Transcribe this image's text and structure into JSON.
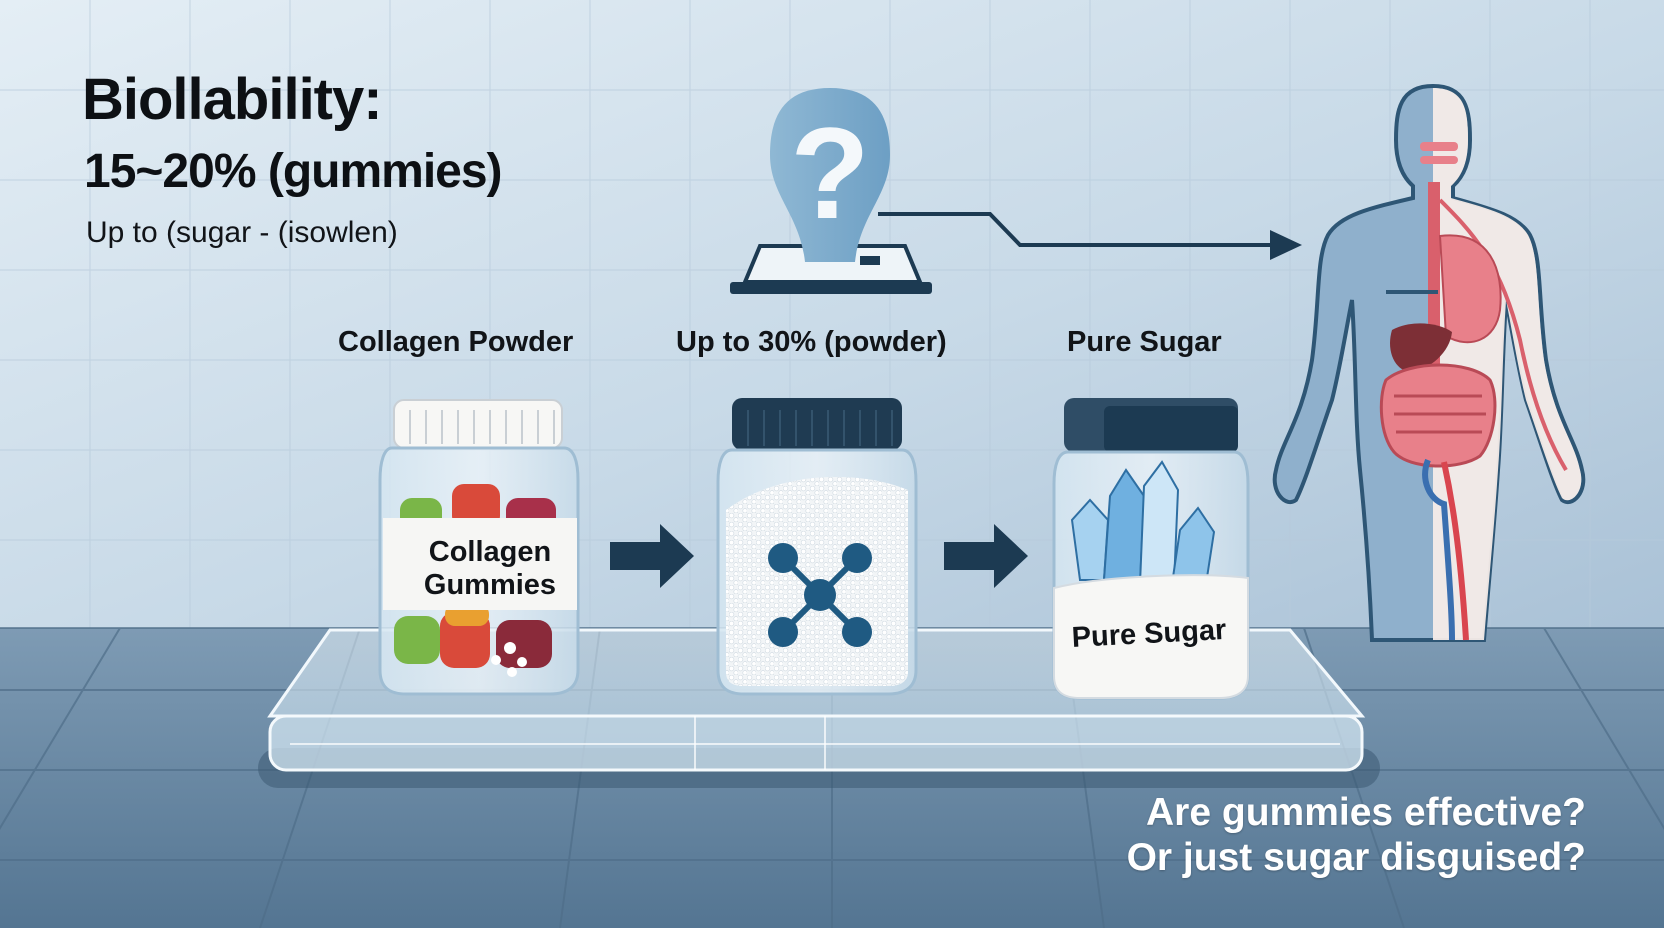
{
  "heading": {
    "title": "Biollability:",
    "line1": "15~20% (gummies)",
    "line2": "Up to (sugar - (isowlen)"
  },
  "products": [
    {
      "top_label": "Collagen Powder",
      "jar_label_line1": "Collagen",
      "jar_label_line2": "Gummies"
    },
    {
      "top_label": "Up to 30% (powder)"
    },
    {
      "top_label": "Pure Sugar",
      "jar_label": "Pure Sugar"
    }
  ],
  "question": {
    "line1": "Are gummies effective?",
    "line2": "Or just sugar disguised?"
  },
  "icons": [
    "question-mark-icon",
    "molecule-icon",
    "arrow-right-icon",
    "human-anatomy-icon"
  ],
  "colors": {
    "background": "#c9dbe8",
    "floor": "#5e7f9c",
    "navy": "#1c3a52",
    "organ_red": "#e8808a"
  }
}
